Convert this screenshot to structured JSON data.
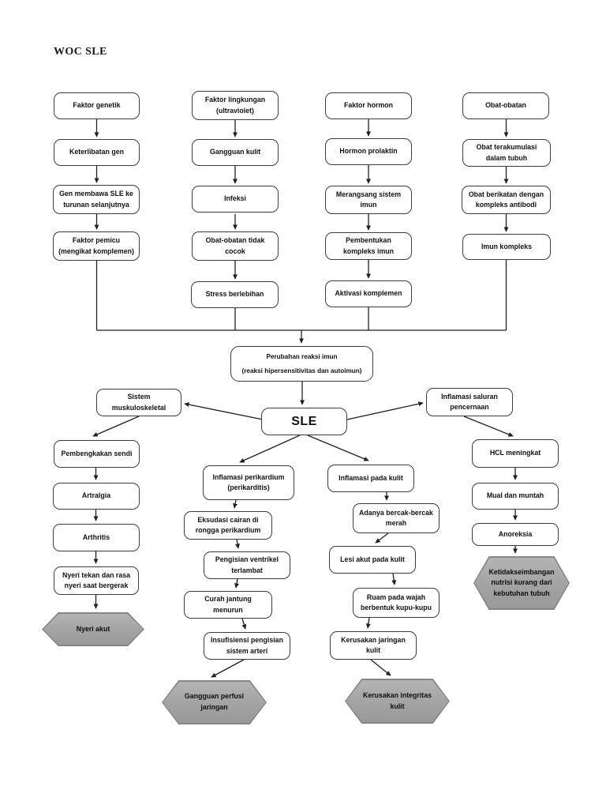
{
  "title": "WOC SLE",
  "colors": {
    "box_border": "#3c3c3c",
    "connector_line": "#1f1f1f",
    "hexagon_fill": "#a7a7a7",
    "hexagon_edge": "#868686",
    "text": "#111111",
    "background": "#ffffff"
  },
  "nodes": {
    "faktor_genetik": "Faktor genetik",
    "faktor_lingkungan": "Faktor lingkungan\n(ultraviolet)",
    "faktor_hormon": "Faktor hormon",
    "obat_obatan": "Obat-obatan",
    "keterlibatan_gen": "Keterlibatan gen",
    "gangguan_kulit": "Gangguan kulit",
    "hormon_prolaktin": "Hormon prolaktin",
    "obat_terakumulasi": "Obat terakumulasi\ndalam tubuh",
    "gen_membawa": "Gen membawa SLE ke\nturunan selanjutnya",
    "infeksi": "Infeksi",
    "merangsang_sistem": "Merangsang sistem\nimun",
    "obat_berikatan": "Obat berikatan dengan\nkompleks antibodi",
    "faktor_pemicu": "Faktor pemicu\n(mengikat komplemen)",
    "obat_tidak_cocok": "Obat-obatan tidak\ncocok",
    "pembentukan_kompleks": "Pembentukan\nkompleks imun",
    "imun_kompleks": "Imun kompleks",
    "stress_berlebihan": "Stress berlebihan",
    "aktivasi_komplemen": "Aktivasi komplemen",
    "perubahan_reaksi": "Perubahan reaksi imun\n(reaksi hipersensitivitas dan autoimun)",
    "sle": "SLE",
    "sistem_muskuloskeletal": "Sistem\nmuskuloskeletal",
    "inflamasi_saluran": "Inflamasi saluran\npencernaan",
    "pembengkakan_sendi": "Pembengkakan sendi",
    "artralgia": "Artralgia",
    "arthritis": "Arthritis",
    "nyeri_tekan": "Nyeri tekan dan rasa\nnyeri saat bergerak",
    "nyeri_akut": "Nyeri akut",
    "inflamasi_perikardium": "Inflamasi perikardium\n(perikarditis)",
    "eksudasi": "Eksudasi cairan di\nrongga perikardium",
    "pengisian_ventrikel": "Pengisian ventrikel\nterlambat",
    "curah_jantung": "Curah jantung\nmenurun",
    "insufisiensi": "Insufisiensi pengisian\nsistem arteri",
    "gangguan_perfusi": "Gangguan perfusi\njaringan",
    "inflamasi_kulit": "Inflamasi pada kulit",
    "bercak_merah": "Adanya bercak-bercak\nmerah",
    "lesi_akut": "Lesi akut pada kulit",
    "ruam_wajah": "Ruam pada wajah\nberbentuk kupu-kupu",
    "kerusakan_jaringan": "Kerusakan jaringan\nkulit",
    "kerusakan_integritas": "Kerusakan integritas\nkulit",
    "hcl_meningkat": "HCL meningkat",
    "mual_muntah": "Mual dan muntah",
    "anoreksia": "Anoreksia",
    "ketidakseimbangan": "Ketidakseimbangan\nnutrisi kurang dari\nkebutuhan tubuh"
  }
}
